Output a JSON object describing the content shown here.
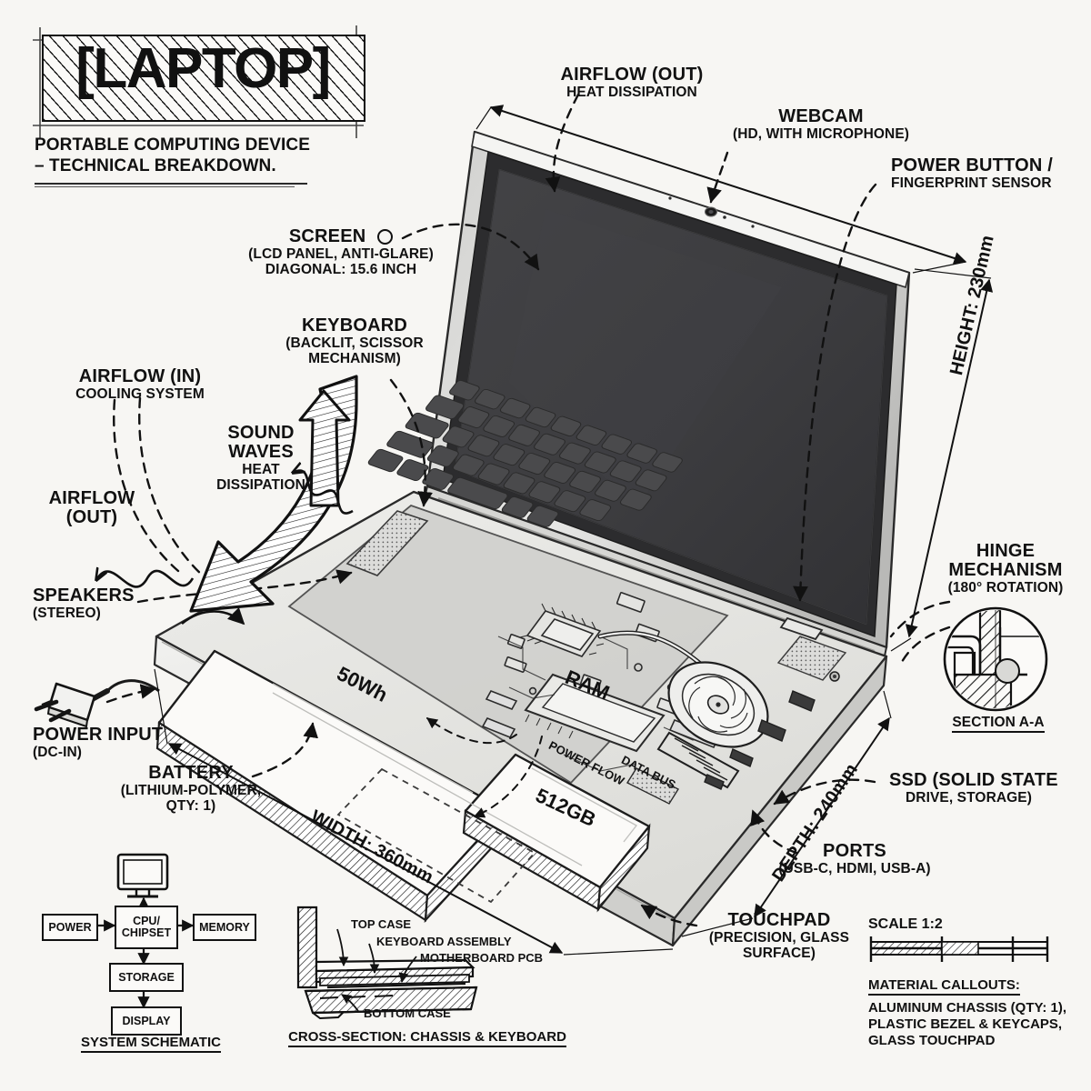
{
  "document": {
    "title_bracketed": "[LAPTOP]",
    "subtitle_line1": "PORTABLE COMPUTING DEVICE",
    "subtitle_line2": "– TECHNICAL BREAKDOWN."
  },
  "callouts": {
    "airflow_out_top": {
      "title": "AIRFLOW (OUT)",
      "sub": "HEAT DISSIPATION"
    },
    "webcam": {
      "title": "WEBCAM",
      "sub": "(HD, WITH MICROPHONE)"
    },
    "power_button": {
      "title": "POWER BUTTON /",
      "sub": "FINGERPRINT SENSOR"
    },
    "screen": {
      "title": "SCREEN",
      "sub1": "(LCD PANEL, ANTI-GLARE)",
      "sub2": "DIAGONAL: 15.6 INCH"
    },
    "keyboard": {
      "title": "KEYBOARD",
      "sub1": "(BACKLIT, SCISSOR",
      "sub2": "MECHANISM)"
    },
    "airflow_in": {
      "title": "AIRFLOW (IN)",
      "sub": "COOLING SYSTEM"
    },
    "sound_waves": {
      "title1": "SOUND",
      "title2": "WAVES",
      "sub1": "HEAT",
      "sub2": "DISSIPATION"
    },
    "airflow_out_left": {
      "title1": "AIRFLOW",
      "title2": "(OUT)"
    },
    "speakers": {
      "title": "SPEAKERS",
      "sub": "(STEREO)"
    },
    "power_input": {
      "title": "POWER INPUT",
      "sub": "(DC-IN)"
    },
    "battery": {
      "title": "BATTERY",
      "sub1": "(LITHIUM-POLYMER,",
      "sub2": "QTY: 1)"
    },
    "hinge": {
      "title1": "HINGE",
      "title2": "MECHANISM",
      "sub": "(180° ROTATION)",
      "section": "SECTION A-A"
    },
    "ssd": {
      "title": "SSD (SOLID STATE",
      "sub": "DRIVE, STORAGE)"
    },
    "ports": {
      "title": "PORTS",
      "sub": "(USB-C, HDMI, USB-A)"
    },
    "touchpad": {
      "title": "TOUCHPAD",
      "sub1": "(PRECISION, GLASS",
      "sub2": "SURFACE)"
    }
  },
  "dimensions": {
    "height": "HEIGHT: 230mm",
    "width": "WIDTH: 360mm",
    "depth": "DEPTH: 240mm"
  },
  "internal_labels": {
    "battery_capacity": "50Wh",
    "ram": "RAM",
    "storage_capacity": "512GB",
    "power_flow": "POWER FLOW",
    "data_bus": "DATA BUS"
  },
  "system_schematic": {
    "caption": "SYSTEM SCHEMATIC",
    "nodes": {
      "power": "POWER",
      "cpu_line1": "CPU/",
      "cpu_line2": "CHIPSET",
      "memory": "MEMORY",
      "storage": "STORAGE",
      "display": "DISPLAY"
    }
  },
  "cross_section": {
    "caption": "CROSS-SECTION: CHASSIS & KEYBOARD",
    "labels": {
      "top_case": "TOP CASE",
      "keyboard_assembly": "KEYBOARD ASSEMBLY",
      "motherboard_pcb": "MOTHERBOARD PCB",
      "bottom_case": "BOTTOM CASE"
    }
  },
  "scale": {
    "label": "SCALE 1:2"
  },
  "materials": {
    "heading": "MATERIAL CALLOUTS:",
    "line1": "ALUMINUM CHASSIS (QTY: 1),",
    "line2": "PLASTIC BEZEL & KEYCAPS,",
    "line3": "GLASS TOUCHPAD"
  },
  "colors": {
    "paper": "#f7f6f3",
    "ink": "#111111",
    "screen_dark": "#3b3b3d",
    "chassis_light": "#e6e6e4",
    "keycap": "#4a4a4c"
  }
}
